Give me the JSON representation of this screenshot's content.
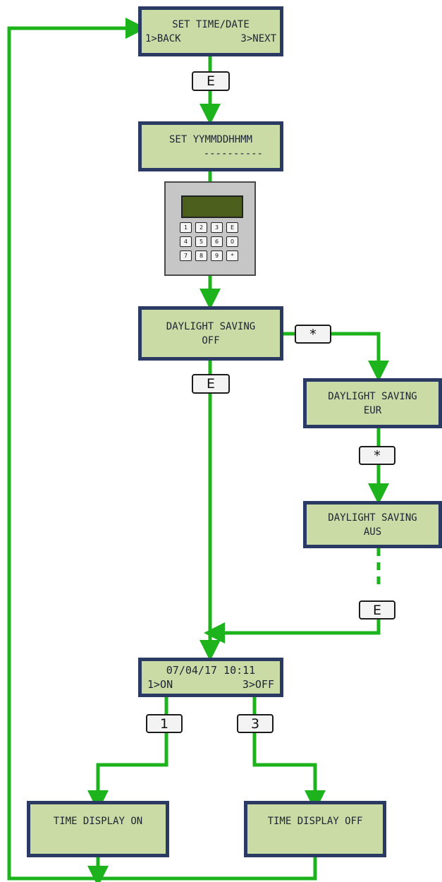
{
  "screens": {
    "set_time_date": {
      "line1": "SET TIME/DATE",
      "left": "1>BACK",
      "right": "3>NEXT"
    },
    "set_yymmddhhmm": {
      "line1": "SET YYMMDDHHMM",
      "line2": "----------"
    },
    "daylight_off": {
      "line1": "DAYLIGHT SAVING",
      "line2": "OFF"
    },
    "daylight_eur": {
      "line1": "DAYLIGHT SAVING",
      "line2": "EUR"
    },
    "daylight_aus": {
      "line1": "DAYLIGHT SAVING",
      "line2": "AUS"
    },
    "clock": {
      "line1": "07/04/17 10:11",
      "left": "1>ON",
      "right": "3>OFF"
    },
    "time_display_on": {
      "line1": "TIME DISPLAY ON"
    },
    "time_display_off": {
      "line1": "TIME DISPLAY OFF"
    }
  },
  "keys": {
    "enter_1": "E",
    "star_1": "*",
    "enter_2": "E",
    "star_2": "*",
    "enter_3": "E",
    "one": "1",
    "three": "3"
  },
  "keypad": {
    "labels": [
      "1",
      "2",
      "3",
      "E",
      "4",
      "5",
      "6",
      "0",
      "7",
      "8",
      "9",
      "*"
    ]
  },
  "colors": {
    "arrow": "#1db31d",
    "lcd_background": "#cbdba6",
    "lcd_border": "#2a3a62",
    "keypad_body": "#c6c6c6",
    "keypad_screen": "#4d5f1d"
  }
}
